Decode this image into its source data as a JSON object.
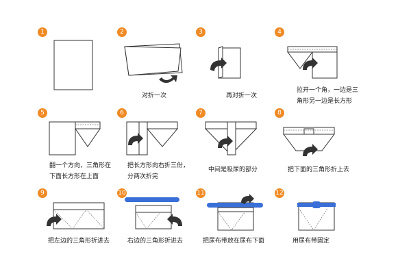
{
  "accent_color": "#f08a24",
  "band_color": "#3a6fd8",
  "steps": [
    {
      "number": "1",
      "caption": ""
    },
    {
      "number": "2",
      "caption": "对折一次"
    },
    {
      "number": "3",
      "caption": "再对折一次"
    },
    {
      "number": "4",
      "caption_line1": "拉开一个角，一边是三",
      "caption_line2": "角形另一边是长方形"
    },
    {
      "number": "5",
      "caption_line1": "翻一个方向，三角形在",
      "caption_line2": "下面长方形在上面"
    },
    {
      "number": "6",
      "caption_line1": "把长方形向右折三份，",
      "caption_line2": "分两次折完"
    },
    {
      "number": "7",
      "caption": "中间是吸尿的部分"
    },
    {
      "number": "8",
      "caption": "把下面的三角形折上去"
    },
    {
      "number": "9",
      "caption": "把左边的三角形折进去"
    },
    {
      "number": "10",
      "caption": "右边的三角形折进去"
    },
    {
      "number": "11",
      "caption": "把尿布带放在尿布下面"
    },
    {
      "number": "12",
      "caption": "用尿布带固定"
    }
  ]
}
